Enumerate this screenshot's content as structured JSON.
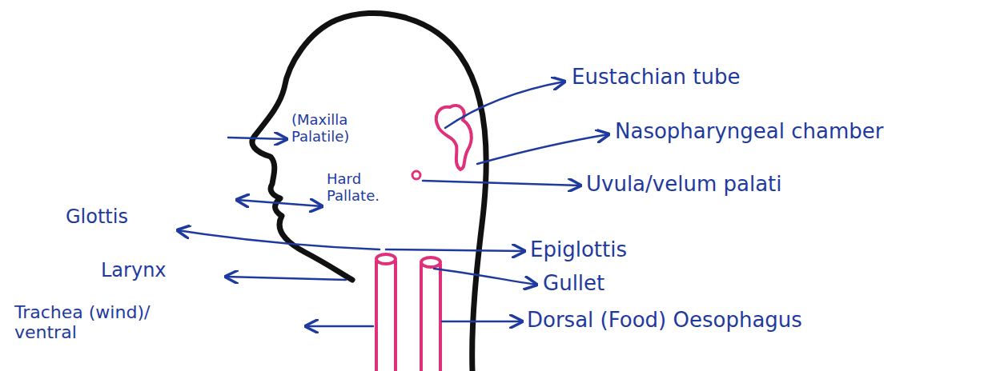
{
  "diagram": {
    "labels": [
      "(Maxilla Palatile)",
      "Hard Pallate.",
      "Glottis",
      "Larynx",
      "Trachea (wind)/ ventral",
      "Eustachian tube",
      "Nasopharyngeal chamber",
      "Uvula/velum palati",
      "Epiglottis",
      "Gullet",
      "Dorsal (Food) Oesophagus"
    ]
  }
}
